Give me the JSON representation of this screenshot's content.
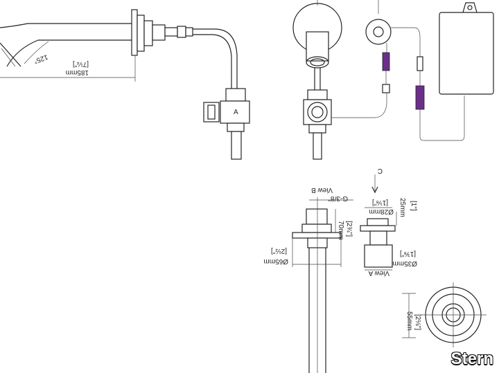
{
  "brand": {
    "logo": "Stern"
  },
  "labels": {
    "view_b": "View B",
    "view_a": "View A",
    "view_c": "C"
  },
  "dims": {
    "spout_length_mm": "185mm",
    "spout_length_in": "[7¼\"]",
    "spout_angle": "125°",
    "thread": "G-3/8\"",
    "stem_len_mm": "70mm",
    "stem_len_in": "[2¾\"]",
    "flange_dia_mm": "Ø65mm",
    "flange_dia_in": "[2½\"]",
    "nut_dia_mm": "Ø28mm",
    "nut_dia_in": "[1⅛\"]",
    "body_height_mm": "25mm",
    "body_height_in": "[1\"]",
    "base_dia_mm": "Ø35mm",
    "base_dia_in": "[1⅜\"]",
    "sensor_mm": "55mm",
    "sensor_in": "[2⅛\"]",
    "valve_tag": "A"
  }
}
